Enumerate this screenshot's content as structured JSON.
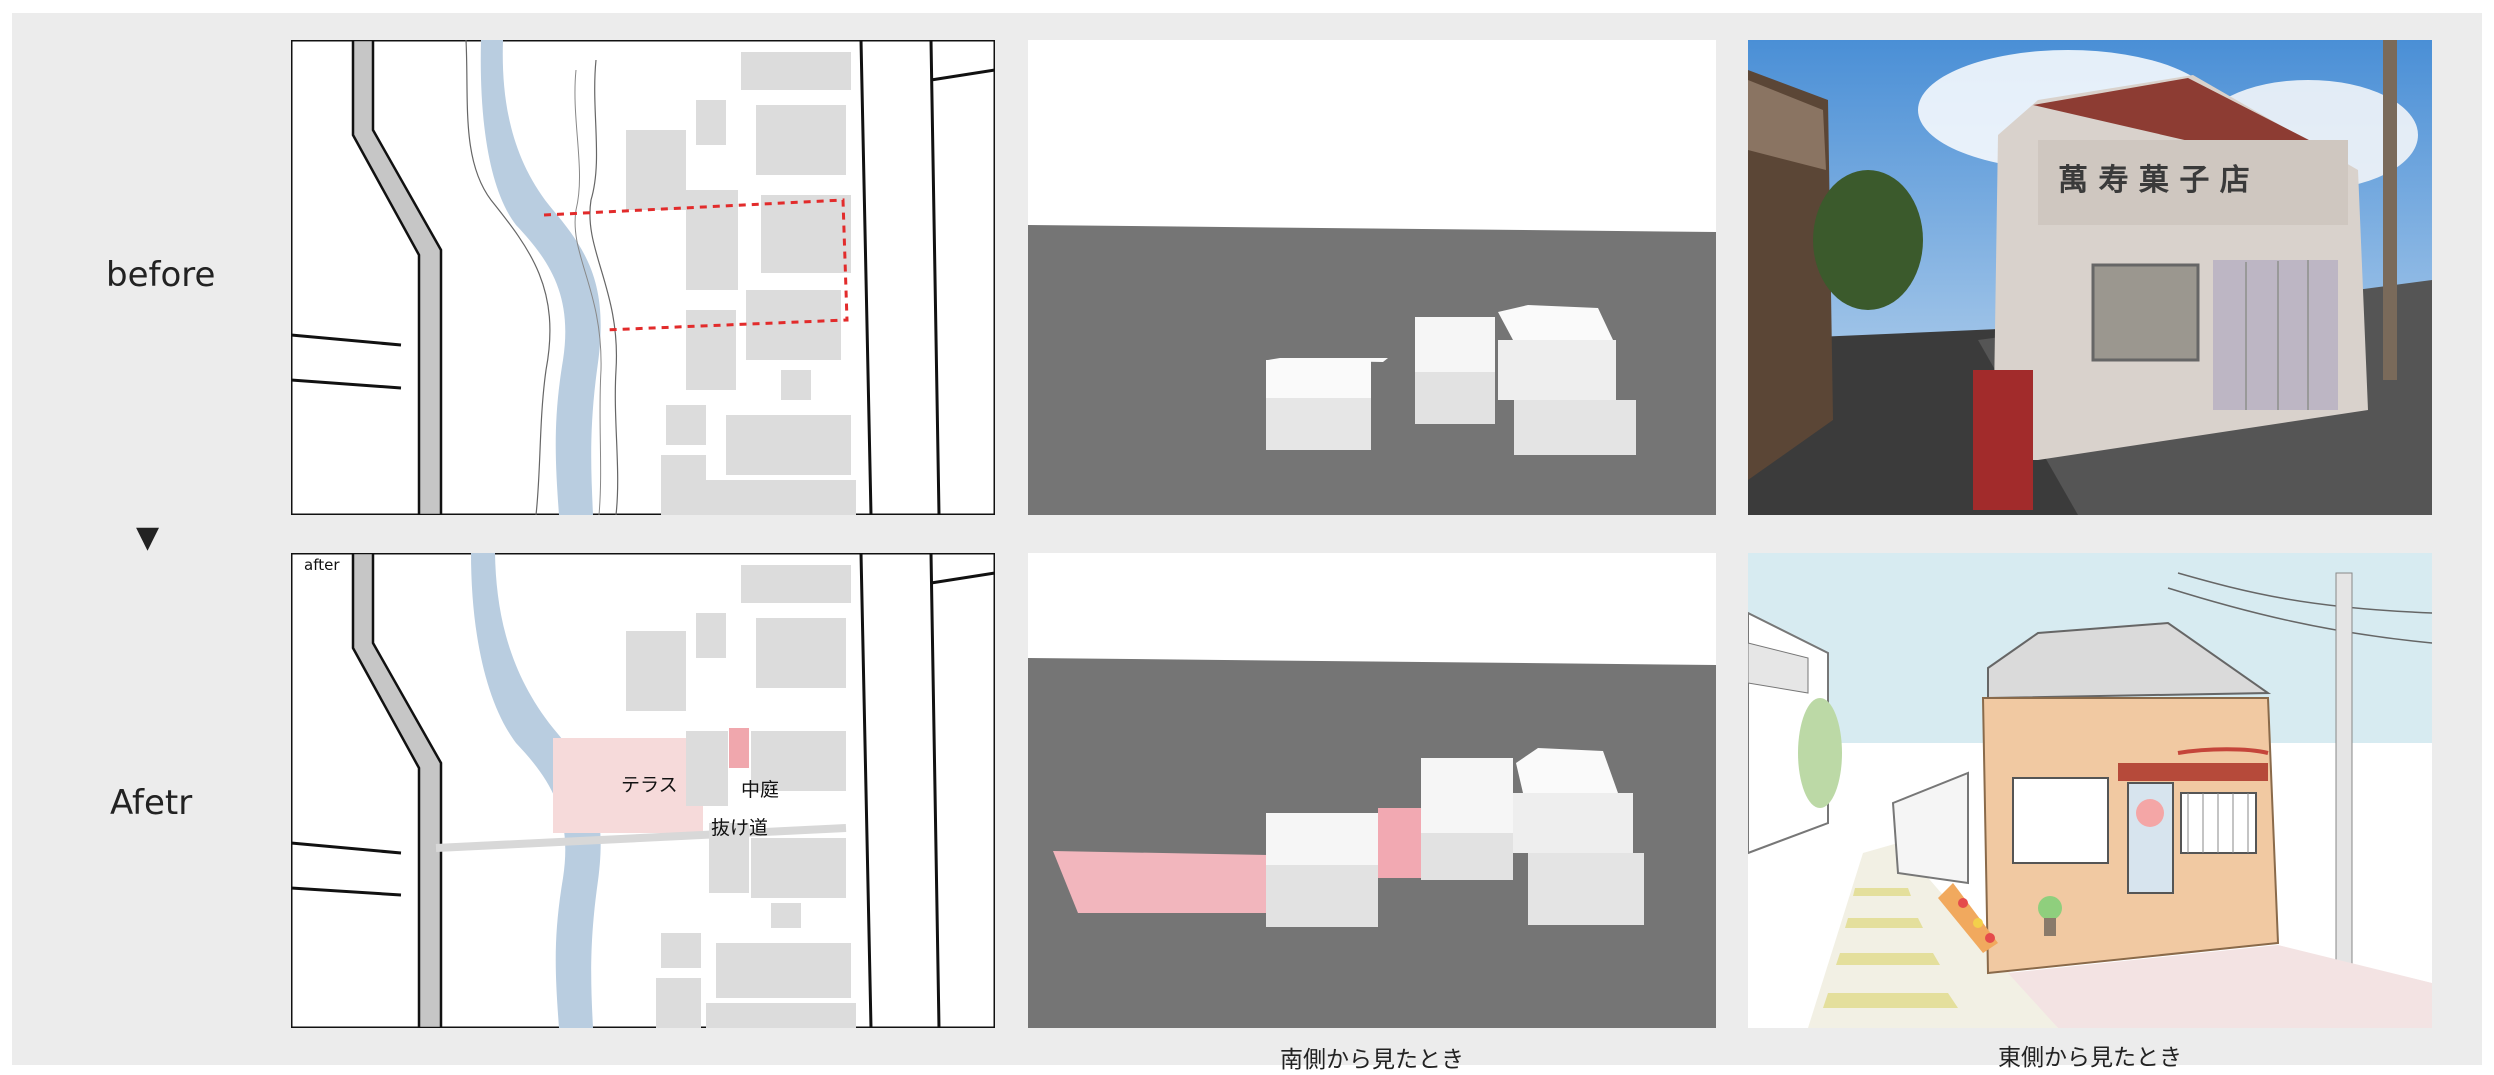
{
  "rows": {
    "before_label": "before",
    "after_label": "Afetr",
    "arrow_glyph": "▼"
  },
  "map_after": {
    "corner_label": "after",
    "terrace_label": "テラス",
    "courtyard_label": "中庭",
    "passage_label": "抜け道"
  },
  "captions": {
    "south_view": "南側から見たとき",
    "east_view": "東側から見たとき"
  },
  "photo": {
    "sign_text": "萬 寿 菓 子 店"
  },
  "colors": {
    "board": "#ececec",
    "river": "#b9cde0",
    "road": "#c8c8c8",
    "building": "#dcdcdc",
    "highlight_red": "#e22b2b",
    "terrace_pink": "#f6dada",
    "model_ground": "#757575",
    "model_pink": "#f2b6bd"
  }
}
